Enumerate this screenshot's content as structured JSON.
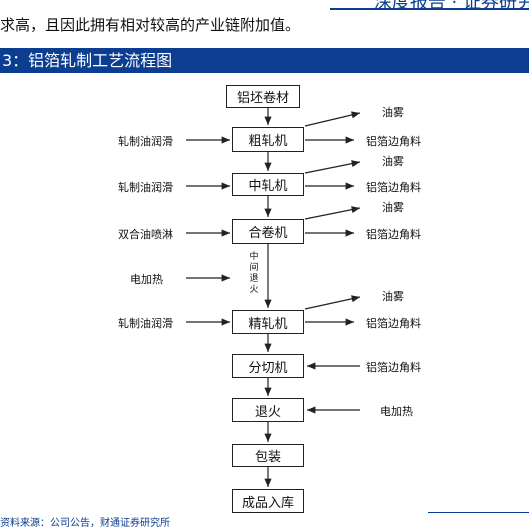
{
  "header": {
    "title": "深度报告 · 证券研究"
  },
  "body": {
    "text": "求高，且因此拥有相对较高的产业链附加值。"
  },
  "figure": {
    "title": "3：铝箔轧制工艺流程图"
  },
  "flow": {
    "steps": [
      "铝坯卷材",
      "粗轧机",
      "中轧机",
      "合卷机",
      "精轧机",
      "分切机",
      "退火",
      "包装",
      "成品入库"
    ],
    "inputs": {
      "coarse": "轧制油润滑",
      "middle": "轧制油润滑",
      "combine": "双合油喷淋",
      "heat": "电加热",
      "fine": "轧制油润滑"
    },
    "outputs": {
      "mist": "油雾",
      "scrap": "铝箔边角料"
    },
    "anneal_mid": [
      "中",
      "间",
      "退",
      "火"
    ],
    "right_inputs": {
      "cutter_scrap": "铝箔边角料",
      "anneal_heat": "电加热"
    }
  },
  "footer": {
    "source": "资料来源：公司公告，财通证券研究所"
  }
}
